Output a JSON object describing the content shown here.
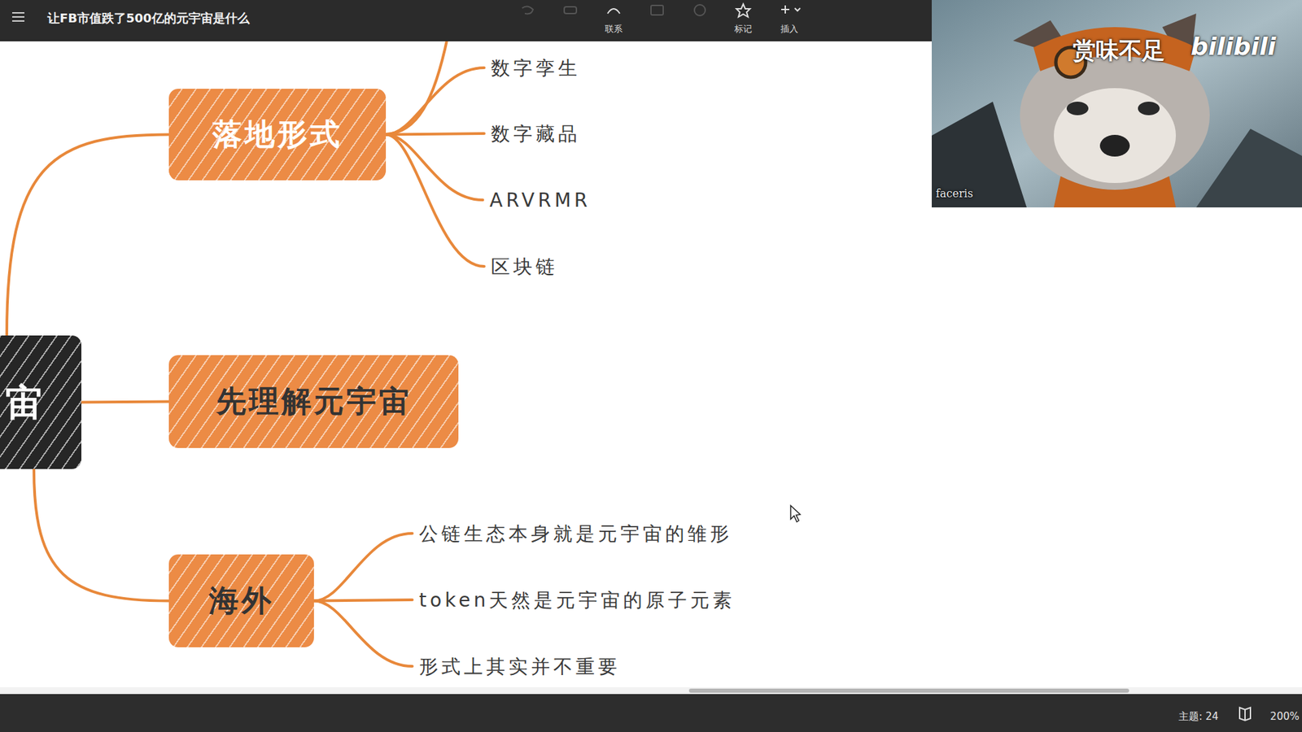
{
  "diagram": {
    "title": "让FB市值跌了500亿的元宇宙是什么",
    "nodes": [
      {
        "text": [
          "宙"
        ]
      },
      {
        "text": [
          "落地形式"
        ]
      },
      {
        "text": [
          "数字孪生"
        ]
      },
      {
        "text": [
          "数字藏品"
        ]
      },
      {
        "text": [
          "ARVRMR"
        ]
      },
      {
        "text": [
          "区块链"
        ]
      },
      {
        "text": [
          "先理解元宇宙"
        ]
      },
      {
        "text": [
          "海外"
        ]
      },
      {
        "text": [
          "公链生态本身就是元宇宙的雏形"
        ]
      },
      {
        "text": [
          "token天然是元宇宙的原子元素"
        ]
      },
      {
        "text": [
          "形式上其实并不重要"
        ]
      }
    ],
    "edges": [
      {
        "from": 0,
        "to": 1,
        "arrow": "none"
      },
      {
        "from": 1,
        "to": 2,
        "arrow": "none"
      },
      {
        "from": 1,
        "to": 3,
        "arrow": "none"
      },
      {
        "from": 1,
        "to": 4,
        "arrow": "none"
      },
      {
        "from": 1,
        "to": 5,
        "arrow": "none"
      },
      {
        "from": 0,
        "to": 6,
        "arrow": "none"
      },
      {
        "from": 0,
        "to": 7,
        "arrow": "none"
      },
      {
        "from": 7,
        "to": 8,
        "arrow": "none"
      },
      {
        "from": 7,
        "to": 9,
        "arrow": "none"
      },
      {
        "from": 7,
        "to": 10,
        "arrow": "none"
      }
    ],
    "labels": [
      "联系",
      "标记",
      "插入",
      "赏味不足",
      "bilibili",
      "faceris",
      "主题: 24",
      "200%"
    ]
  }
}
